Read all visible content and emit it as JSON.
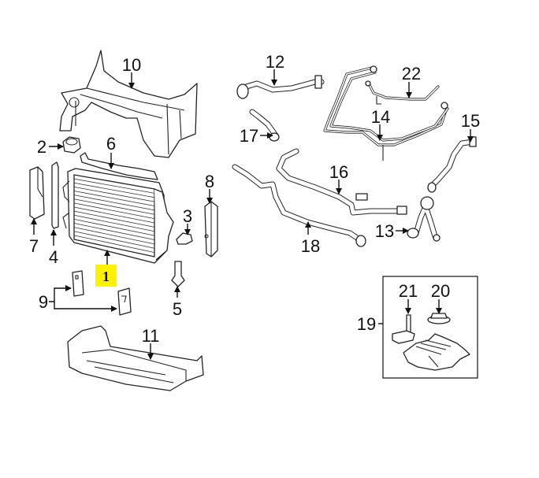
{
  "diagram": {
    "title": "Radiator & Cooling Components",
    "highlight_color": "#fff200",
    "highlighted_part": "1",
    "callouts": [
      {
        "id": "1",
        "label": "1",
        "part": "radiator"
      },
      {
        "id": "2",
        "label": "2",
        "part": "cap-nut"
      },
      {
        "id": "3",
        "label": "3",
        "part": "bracket"
      },
      {
        "id": "4",
        "label": "4",
        "part": "seal-strip"
      },
      {
        "id": "5",
        "label": "5",
        "part": "sensor"
      },
      {
        "id": "6",
        "label": "6",
        "part": "upper-seal"
      },
      {
        "id": "7",
        "label": "7",
        "part": "side-seal-left"
      },
      {
        "id": "8",
        "label": "8",
        "part": "side-seal-right"
      },
      {
        "id": "9",
        "label": "9",
        "part": "mount-brackets"
      },
      {
        "id": "10",
        "label": "10",
        "part": "front-support"
      },
      {
        "id": "11",
        "label": "11",
        "part": "lower-deflector"
      },
      {
        "id": "12",
        "label": "12",
        "part": "upper-hose"
      },
      {
        "id": "13",
        "label": "13",
        "part": "thermostat-housing"
      },
      {
        "id": "14",
        "label": "14",
        "part": "coolant-lines"
      },
      {
        "id": "15",
        "label": "15",
        "part": "outlet-hose"
      },
      {
        "id": "16",
        "label": "16",
        "part": "heater-hose"
      },
      {
        "id": "17",
        "label": "17",
        "part": "bypass-hose"
      },
      {
        "id": "18",
        "label": "18",
        "part": "lower-hose"
      },
      {
        "id": "19",
        "label": "19",
        "part": "reservoir-assembly"
      },
      {
        "id": "20",
        "label": "20",
        "part": "reservoir-cap"
      },
      {
        "id": "21",
        "label": "21",
        "part": "level-sensor"
      },
      {
        "id": "22",
        "label": "22",
        "part": "bleed-line"
      }
    ]
  }
}
